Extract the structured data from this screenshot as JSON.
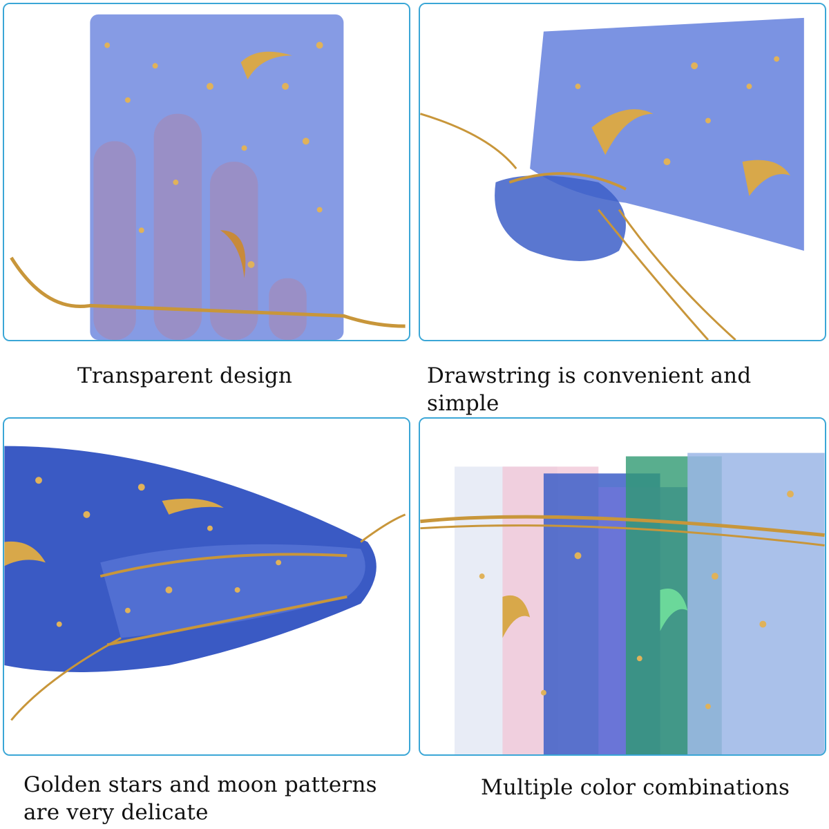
{
  "panels": [
    {
      "caption": "Transparent design",
      "subject": "transparent-bag-hand-photo"
    },
    {
      "caption": "Drawstring is convenient and simple",
      "subject": "drawstring-bag-photo"
    },
    {
      "caption": "Golden stars and moon patterns are very delicate",
      "subject": "star-moon-pattern-photo"
    },
    {
      "caption": "Multiple color combinations",
      "subject": "color-combination-photo"
    }
  ],
  "colors": {
    "panel_border": "#3aa6d6",
    "bag_blue": "#3d5fc8",
    "gold": "#c8963a"
  }
}
